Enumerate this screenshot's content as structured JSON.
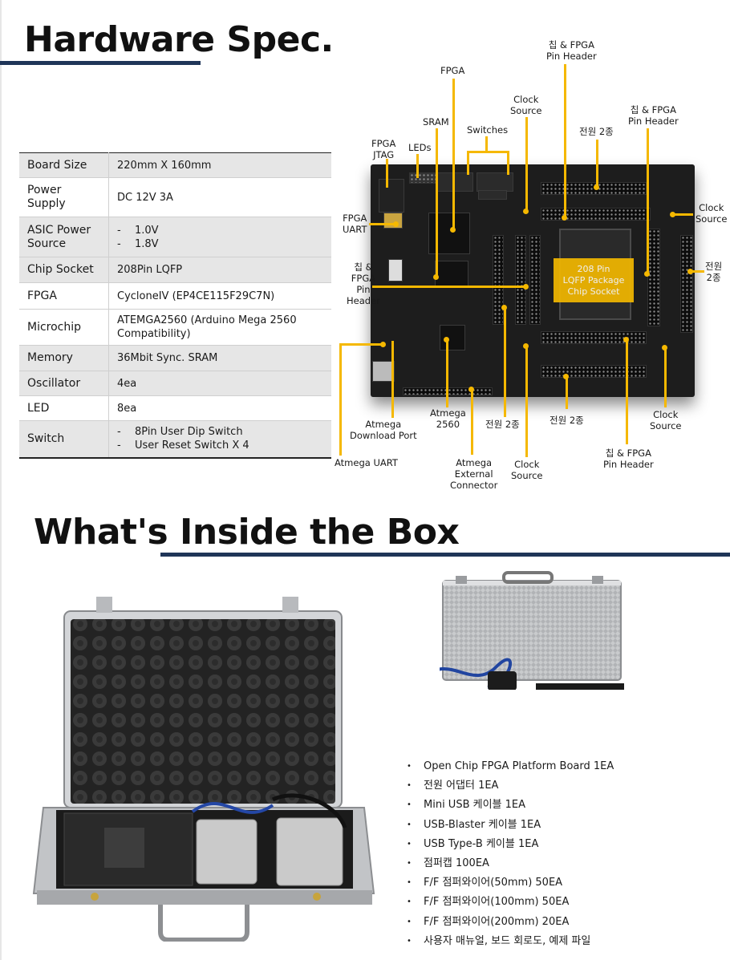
{
  "titles": {
    "hardware": "Hardware Spec.",
    "box": "What's Inside the Box"
  },
  "spec_rows": [
    {
      "key": "Board Size",
      "value": "220mm X 160mm"
    },
    {
      "key": "Power Supply",
      "value": "DC 12V 3A"
    },
    {
      "key": "ASIC Power Source",
      "values": [
        "1.0V",
        "1.8V"
      ]
    },
    {
      "key": "Chip Socket",
      "value": "208Pin LQFP"
    },
    {
      "key": "FPGA",
      "value": "CycloneIV (EP4CE115F29C7N)"
    },
    {
      "key": "Microchip",
      "value": "ATEMGA2560 (Arduino Mega 2560 Compatibility)"
    },
    {
      "key": "Memory",
      "value": "36Mbit Sync. SRAM"
    },
    {
      "key": "Oscillator",
      "value": "4ea"
    },
    {
      "key": "LED",
      "value": "8ea"
    },
    {
      "key": "Switch",
      "values": [
        "8Pin User Dip Switch",
        "User Reset Switch X 4"
      ]
    }
  ],
  "spec_dash": "-",
  "board": {
    "socket_label": [
      "208 Pin",
      "LQFP Package",
      "Chip Socket"
    ],
    "callouts": {
      "fpga": "FPGA",
      "pin_header_top": "칩 & FPGA\nPin Header",
      "clock_top": "Clock\nSource",
      "sram": "SRAM",
      "switches": "Switches",
      "pin_header_right": "칩 & FPGA\nPin Header",
      "power_top": "전원 2종",
      "fpga_jtag": "FPGA\nJTAG",
      "leds": "LEDs",
      "clock_right": "Clock\nSource",
      "fpga_uart": "FPGA\nUART",
      "power_right": "전원\n2종",
      "pin_header_left": "칩 &\nFPGA\nPin\nHeader",
      "atmega_download": "Atmega\nDownload Port",
      "atmega2560": "Atmega\n2560",
      "power_bottom1": "전원 2종",
      "power_bottom2": "전원 2종",
      "clock_bottom_right": "Clock\nSource",
      "atmega_uart": "Atmega UART",
      "atmega_external": "Atmega\nExternal\nConnector",
      "clock_bottom": "Clock\nSource",
      "pin_header_bottom": "칩 & FPGA\nPin Header"
    }
  },
  "box_items": [
    "Open Chip FPGA Platform Board 1EA",
    "전원 어댑터 1EA",
    "Mini USB 케이블 1EA",
    "USB-Blaster 케이블 1EA",
    "USB Type-B 케이블 1EA",
    "점퍼캡 100EA",
    "F/F 점퍼와이어(50mm) 50EA",
    "F/F 점퍼와이어(100mm) 50EA",
    "F/F 점퍼와이어(200mm) 20EA",
    "사용자 매뉴얼, 보드 회로도, 예제 파일"
  ],
  "colors": {
    "accent_rule": "#1f3558",
    "callout": "#f5b800",
    "table_shade": "#e6e6e6"
  }
}
